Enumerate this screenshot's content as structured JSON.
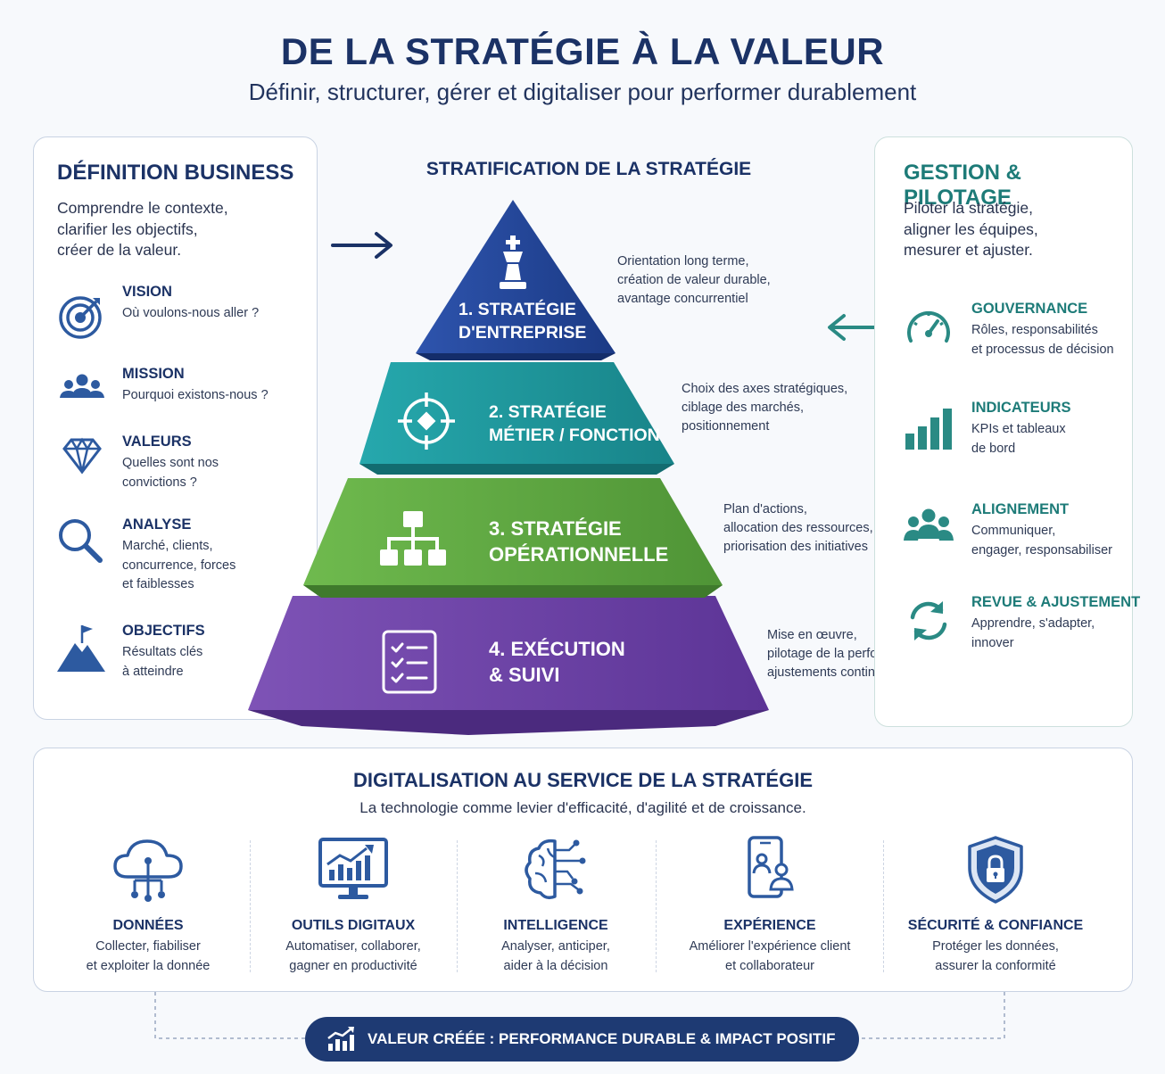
{
  "header": {
    "title": "DE LA STRATÉGIE À LA VALEUR",
    "subtitle": "Définir, structurer, gérer et digitaliser pour performer durablement"
  },
  "left": {
    "title": "DÉFINITION BUSINESS",
    "intro": [
      "Comprendre le contexte,",
      "clarifier les objectifs,",
      "créer de la valeur."
    ],
    "items": [
      {
        "icon": "target-icon",
        "title": "VISION",
        "desc": [
          "Où voulons-nous aller ?"
        ]
      },
      {
        "icon": "people-icon",
        "title": "MISSION",
        "desc": [
          "Pourquoi existons-nous ?"
        ]
      },
      {
        "icon": "diamond-icon",
        "title": "VALEURS",
        "desc": [
          "Quelles sont nos",
          "convictions ?"
        ]
      },
      {
        "icon": "magnifier-icon",
        "title": "ANALYSE",
        "desc": [
          "Marché, clients,",
          "concurrence, forces",
          "et faiblesses"
        ]
      },
      {
        "icon": "mountain-flag-icon",
        "title": "OBJECTIFS",
        "desc": [
          "Résultats clés",
          "à atteindre"
        ]
      }
    ]
  },
  "center": {
    "title": "STRATIFICATION DE LA STRATÉGIE",
    "tiers": [
      {
        "label": [
          "1. STRATÉGIE",
          "D'ENTREPRISE"
        ],
        "desc": [
          "Orientation long terme,",
          "création de valeur durable,",
          "avantage concurrentiel"
        ],
        "color": "#22449a"
      },
      {
        "label": [
          "2. STRATÉGIE",
          "MÉTIER / FONCTION"
        ],
        "desc": [
          "Choix des axes stratégiques,",
          "ciblage des marchés,",
          "positionnement"
        ],
        "color": "#1f9aa0"
      },
      {
        "label": [
          "3. STRATÉGIE",
          "OPÉRATIONNELLE"
        ],
        "desc": [
          "Plan d'actions,",
          "allocation des ressources,",
          "priorisation des initiatives"
        ],
        "color": "#62ac45"
      },
      {
        "label": [
          "4. EXÉCUTION",
          "& SUIVI"
        ],
        "desc": [
          "Mise en œuvre,",
          "pilotage de la performance,",
          "ajustements continus"
        ],
        "color": "#7044a8"
      }
    ]
  },
  "right": {
    "title": "GESTION & PILOTAGE",
    "intro": [
      "Piloter la stratégie,",
      "aligner les équipes,",
      "mesurer et ajuster."
    ],
    "items": [
      {
        "icon": "gauge-icon",
        "title": "GOUVERNANCE",
        "desc": [
          "Rôles, responsabilités",
          "et processus de décision"
        ]
      },
      {
        "icon": "bar-chart-icon",
        "title": "INDICATEURS",
        "desc": [
          "KPIs et tableaux",
          "de bord"
        ]
      },
      {
        "icon": "team-icon",
        "title": "ALIGNEMENT",
        "desc": [
          "Communiquer,",
          "engager, responsabiliser"
        ]
      },
      {
        "icon": "refresh-icon",
        "title": "REVUE & AJUSTEMENT",
        "desc": [
          "Apprendre, s'adapter,",
          "innover"
        ]
      }
    ]
  },
  "digital": {
    "title": "DIGITALISATION AU SERVICE DE LA STRATÉGIE",
    "subtitle": "La technologie comme levier d'efficacité, d'agilité et de croissance.",
    "items": [
      {
        "icon": "cloud-network-icon",
        "title": "DONNÉES",
        "desc": [
          "Collecter, fiabiliser",
          "et exploiter la donnée"
        ]
      },
      {
        "icon": "monitor-chart-icon",
        "title": "OUTILS DIGITAUX",
        "desc": [
          "Automatiser, collaborer,",
          "gagner en productivité"
        ]
      },
      {
        "icon": "brain-circuit-icon",
        "title": "INTELLIGENCE",
        "desc": [
          "Analyser, anticiper,",
          "aider à la décision"
        ]
      },
      {
        "icon": "mobile-users-icon",
        "title": "EXPÉRIENCE",
        "desc": [
          "Améliorer l'expérience client",
          "et collaborateur"
        ]
      },
      {
        "icon": "shield-lock-icon",
        "title": "SÉCURITÉ & CONFIANCE",
        "desc": [
          "Protéger les données,",
          "assurer la conformité"
        ]
      }
    ]
  },
  "footer": {
    "icon": "growth-chart-icon",
    "text": "VALEUR CRÉÉE : PERFORMANCE DURABLE & IMPACT POSITIF"
  }
}
